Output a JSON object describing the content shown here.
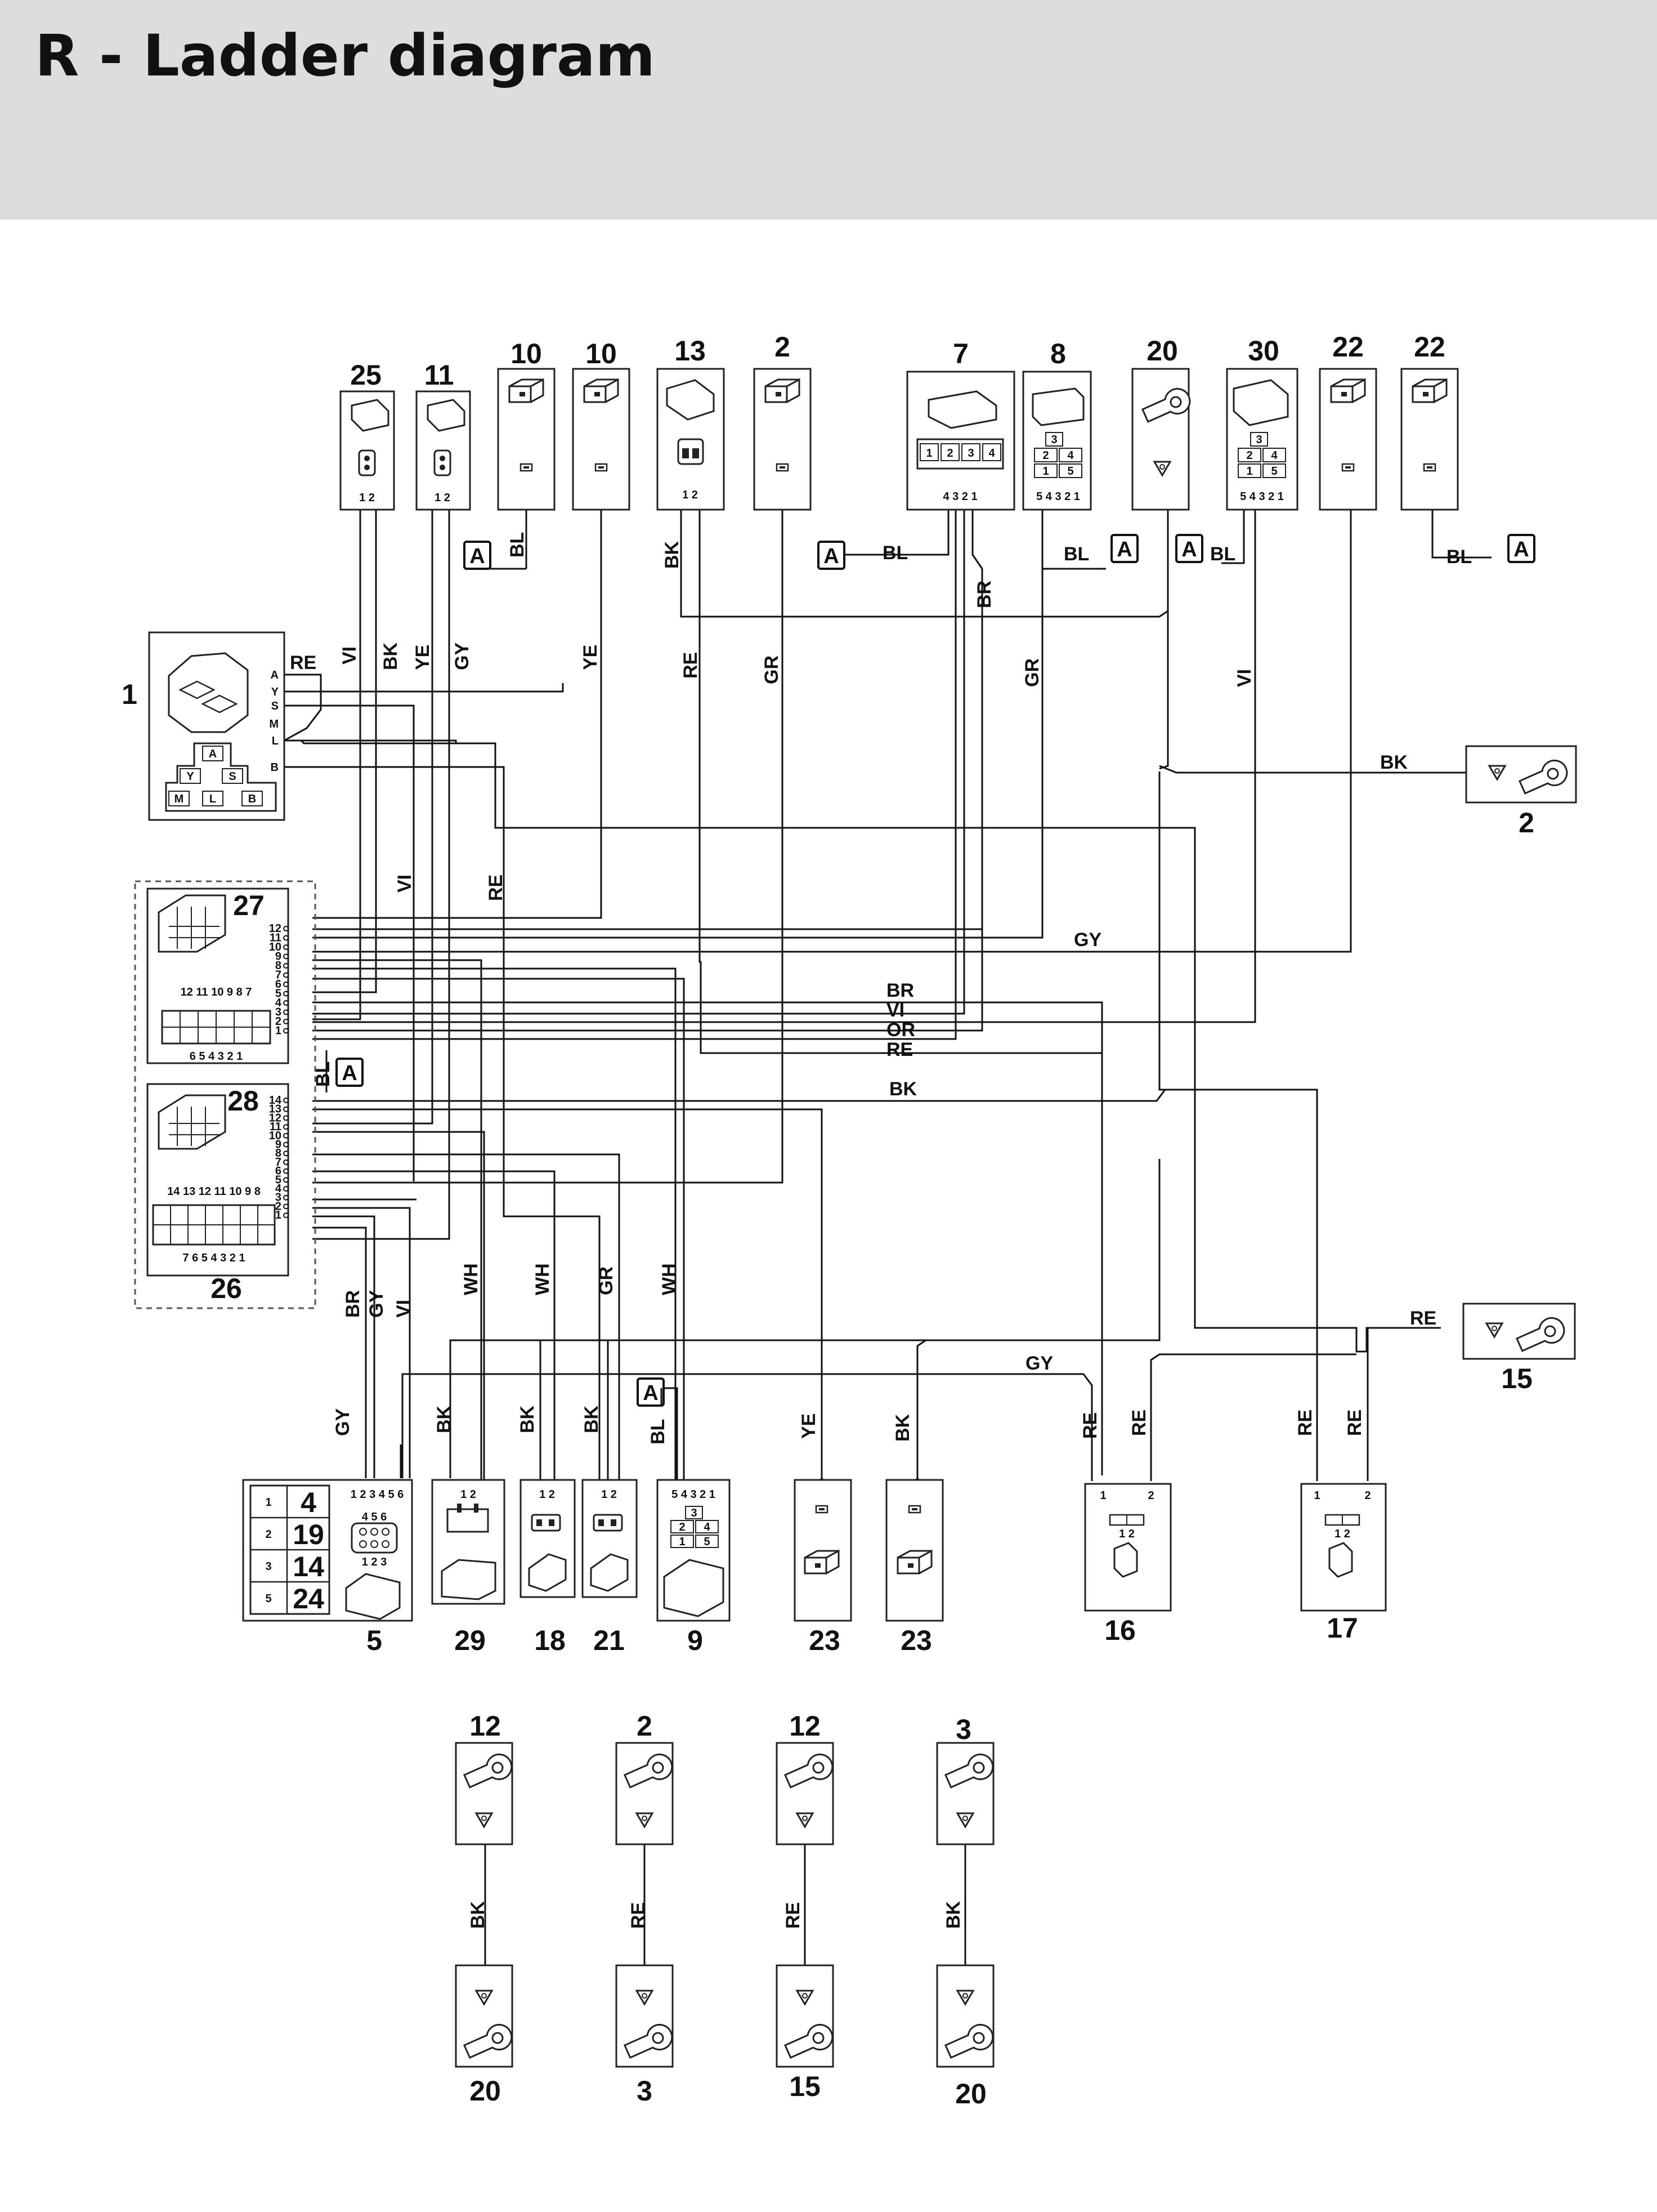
{
  "page": {
    "title": "R - Ladder diagram"
  },
  "components": [
    {
      "id": "c25",
      "num": "25",
      "pins": "1  2"
    },
    {
      "id": "c11",
      "num": "11",
      "pins": "1  2"
    },
    {
      "id": "c10a",
      "num": "10"
    },
    {
      "id": "c10b",
      "num": "10"
    },
    {
      "id": "c13",
      "num": "13",
      "pins": "1  2"
    },
    {
      "id": "c2t",
      "num": "2"
    },
    {
      "id": "c7",
      "num": "7",
      "pins": "4 3 2 1",
      "inner": [
        "1",
        "2",
        "3",
        "4"
      ]
    },
    {
      "id": "c8",
      "num": "8",
      "pins": "5 4 3 2 1",
      "inner": [
        "3",
        "2",
        "4",
        "1",
        "5"
      ]
    },
    {
      "id": "c20t",
      "num": "20"
    },
    {
      "id": "c30",
      "num": "30",
      "pins": "5 4 3 2 1",
      "inner": [
        "3",
        "2",
        "4",
        "1",
        "5"
      ]
    },
    {
      "id": "c22a",
      "num": "22"
    },
    {
      "id": "c22b",
      "num": "22"
    },
    {
      "id": "c1",
      "num": "1",
      "pins": [
        "A",
        "Y",
        "S",
        "M",
        "L",
        "B"
      ],
      "inner": [
        "A",
        "Y",
        "S",
        "M",
        "L",
        "B"
      ]
    },
    {
      "id": "c2r",
      "num": "2"
    },
    {
      "id": "c27",
      "num": "27",
      "pins": [
        "12",
        "11",
        "10",
        "9",
        "8",
        "7",
        "6",
        "5",
        "4",
        "3",
        "2",
        "1"
      ],
      "inner_top": "12 11 10 9  8  7",
      "inner_bottom": "6  5  4  3  2  1"
    },
    {
      "id": "c28",
      "num": "28",
      "pins": [
        "14",
        "13",
        "12",
        "11",
        "10",
        "9",
        "8",
        "7",
        "6",
        "5",
        "4",
        "3",
        "2",
        "1"
      ],
      "inner_top": "14 13 12 11 10 9  8",
      "inner_bottom": "7  6  5  4  3  2  1"
    },
    {
      "id": "c26",
      "num": "26"
    },
    {
      "id": "c15",
      "num": "15"
    },
    {
      "id": "c5",
      "num": "5",
      "pins": "1 2 3 4 5 6",
      "table": [
        {
          "n": "1",
          "v": "4"
        },
        {
          "n": "2",
          "v": "19"
        },
        {
          "n": "3",
          "v": "14"
        },
        {
          "n": "5",
          "v": "24"
        }
      ],
      "inner_top": "4  5  6",
      "inner_bottom": "1  2  3"
    },
    {
      "id": "c29",
      "num": "29",
      "pins": "1  2"
    },
    {
      "id": "c18",
      "num": "18",
      "pins": "1  2"
    },
    {
      "id": "c21",
      "num": "21",
      "pins": "1  2"
    },
    {
      "id": "c9",
      "num": "9",
      "pins": "5 4 3 2 1",
      "inner": [
        "3",
        "2",
        "4",
        "1",
        "5"
      ]
    },
    {
      "id": "c23a",
      "num": "23"
    },
    {
      "id": "c23b",
      "num": "23"
    },
    {
      "id": "c16",
      "num": "16",
      "pins": [
        "1",
        "2"
      ],
      "inner": "1  2"
    },
    {
      "id": "c17",
      "num": "17",
      "pins": [
        "1",
        "2"
      ],
      "inner": "1  2"
    },
    {
      "id": "g12a",
      "num": "12"
    },
    {
      "id": "g20a",
      "num": "20"
    },
    {
      "id": "g2b",
      "num": "2"
    },
    {
      "id": "g3b",
      "num": "3"
    },
    {
      "id": "g12c",
      "num": "12"
    },
    {
      "id": "g15c",
      "num": "15"
    },
    {
      "id": "g3d",
      "num": "3"
    },
    {
      "id": "g20d",
      "num": "20"
    }
  ],
  "wires": [
    {
      "id": "w1",
      "label": "BL"
    },
    {
      "id": "w2",
      "label": "BK"
    },
    {
      "id": "w3",
      "label": "BL"
    },
    {
      "id": "w4",
      "label": "BR"
    },
    {
      "id": "w5",
      "label": "BL"
    },
    {
      "id": "w6",
      "label": "BL"
    },
    {
      "id": "w7",
      "label": "BL"
    },
    {
      "id": "w8",
      "label": "RE"
    },
    {
      "id": "w9",
      "label": "VI"
    },
    {
      "id": "w10",
      "label": "BK"
    },
    {
      "id": "w11",
      "label": "YE"
    },
    {
      "id": "w12",
      "label": "GY"
    },
    {
      "id": "w13",
      "label": "YE"
    },
    {
      "id": "w14",
      "label": "RE"
    },
    {
      "id": "w15",
      "label": "GR"
    },
    {
      "id": "w16",
      "label": "GR"
    },
    {
      "id": "w17",
      "label": "VI"
    },
    {
      "id": "w18",
      "label": "BK"
    },
    {
      "id": "w19",
      "label": "VI"
    },
    {
      "id": "w20",
      "label": "RE"
    },
    {
      "id": "w21",
      "label": "GY"
    },
    {
      "id": "w22",
      "label": "BR"
    },
    {
      "id": "w23",
      "label": "VI"
    },
    {
      "id": "w24",
      "label": "OR"
    },
    {
      "id": "w25",
      "label": "RE"
    },
    {
      "id": "w26",
      "label": "BL"
    },
    {
      "id": "w27",
      "label": "BK"
    },
    {
      "id": "w28",
      "label": "BR"
    },
    {
      "id": "w29",
      "label": "GY"
    },
    {
      "id": "w30",
      "label": "VI"
    },
    {
      "id": "w31",
      "label": "WH"
    },
    {
      "id": "w32",
      "label": "WH"
    },
    {
      "id": "w33",
      "label": "GR"
    },
    {
      "id": "w34",
      "label": "WH"
    },
    {
      "id": "w35",
      "label": "RE"
    },
    {
      "id": "w36",
      "label": "GY"
    },
    {
      "id": "w37",
      "label": "GY"
    },
    {
      "id": "w38",
      "label": "BK"
    },
    {
      "id": "w39",
      "label": "BK"
    },
    {
      "id": "w40",
      "label": "BK"
    },
    {
      "id": "w41",
      "label": "BL"
    },
    {
      "id": "w42",
      "label": "YE"
    },
    {
      "id": "w43",
      "label": "BK"
    },
    {
      "id": "w44",
      "label": "RE"
    },
    {
      "id": "w45",
      "label": "RE"
    },
    {
      "id": "w46",
      "label": "RE"
    },
    {
      "id": "w47",
      "label": "RE"
    },
    {
      "id": "w48",
      "label": "BK"
    },
    {
      "id": "w49",
      "label": "RE"
    },
    {
      "id": "w50",
      "label": "RE"
    },
    {
      "id": "w51",
      "label": "BK"
    }
  ],
  "ground_marks": [
    {
      "id": "a1",
      "label": "A"
    },
    {
      "id": "a2",
      "label": "A"
    },
    {
      "id": "a3",
      "label": "A"
    },
    {
      "id": "a4",
      "label": "A"
    },
    {
      "id": "a5",
      "label": "A"
    },
    {
      "id": "a6",
      "label": "A"
    },
    {
      "id": "a7",
      "label": "A"
    }
  ]
}
